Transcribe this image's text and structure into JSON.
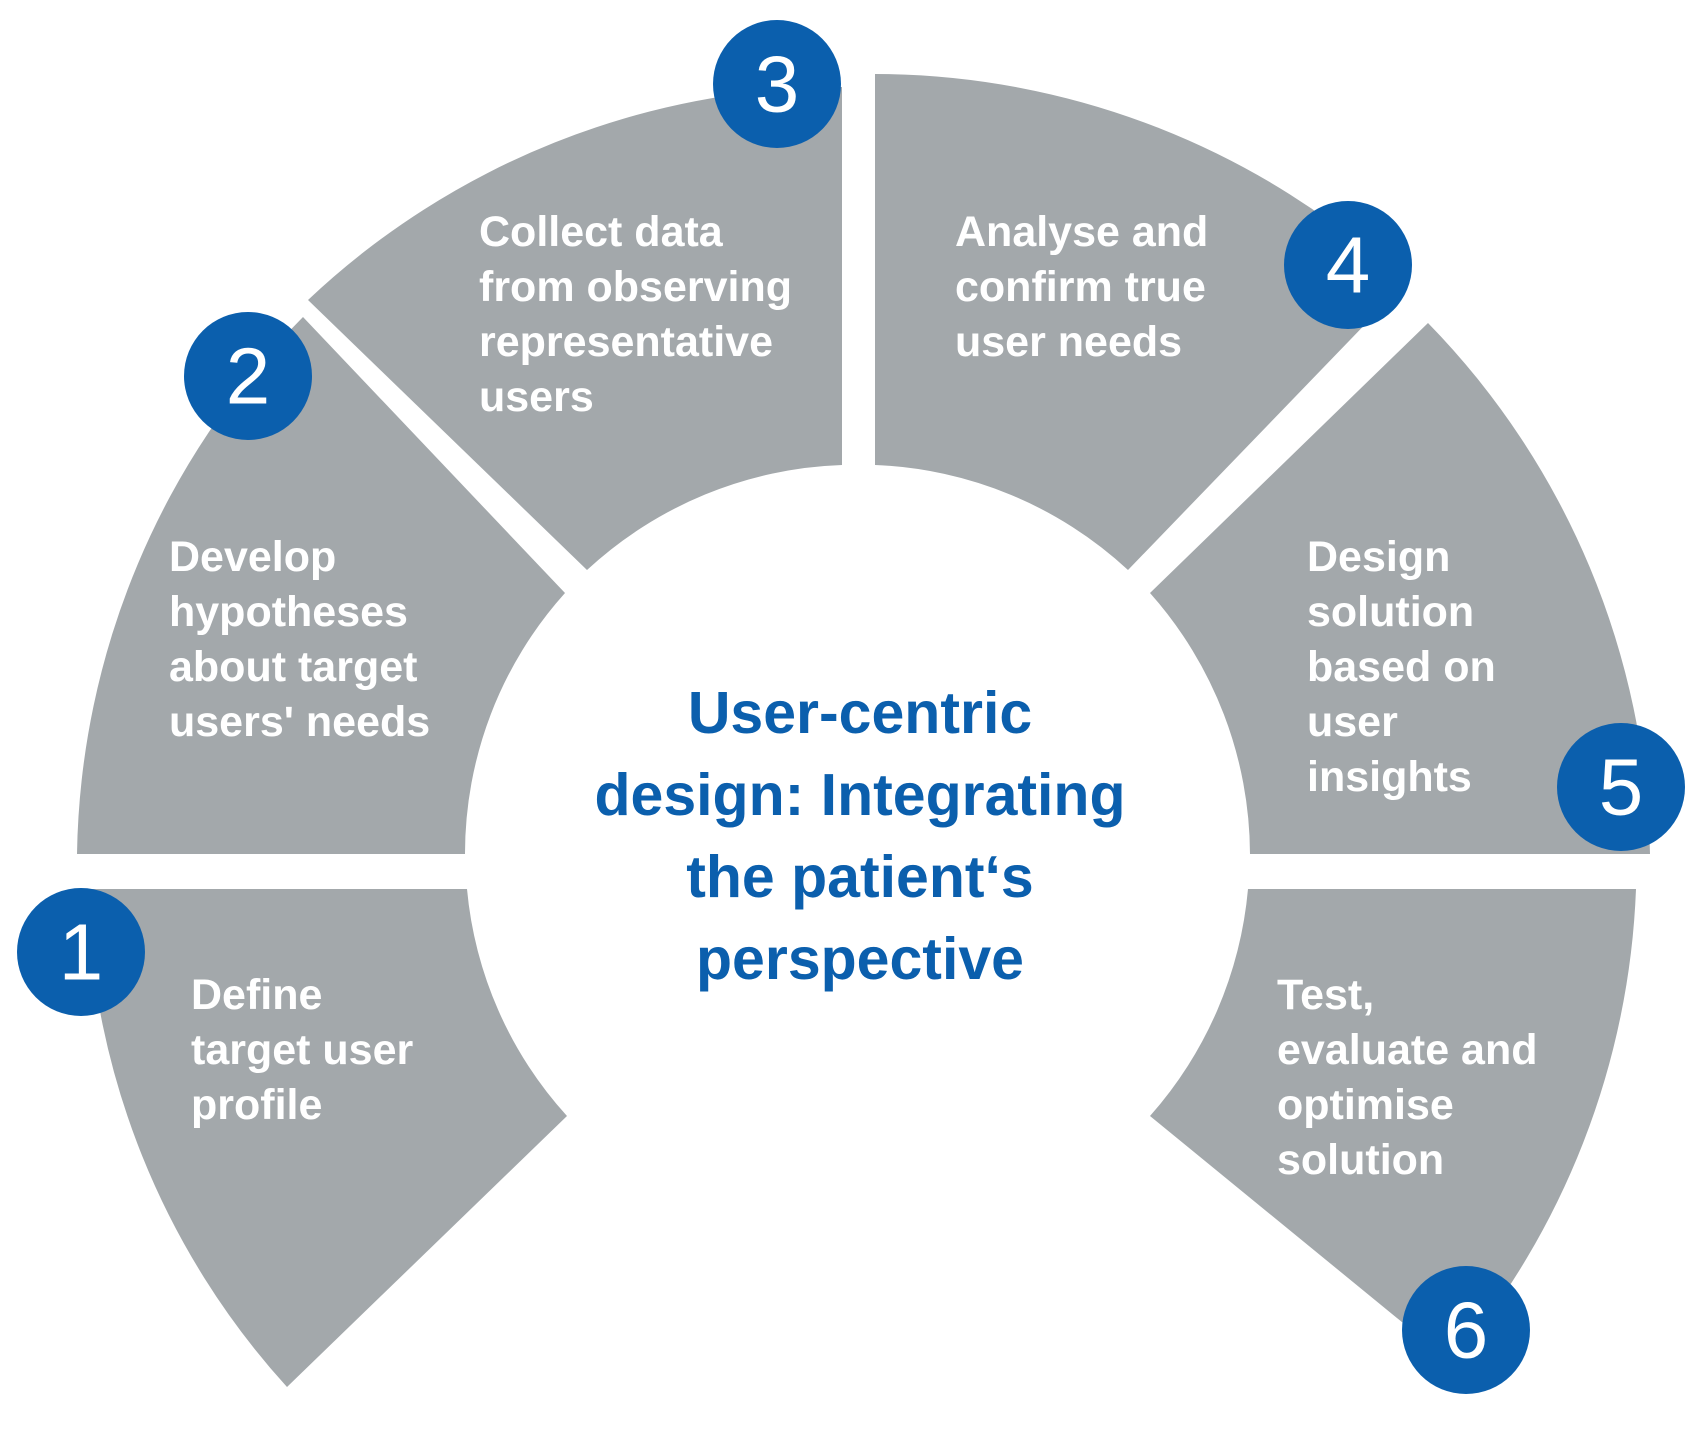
{
  "title": "User-centric\ndesign: Integrating\nthe patient‘s\nperspective",
  "colors": {
    "segment": "#a3a8ab",
    "badge": "#0b5fad",
    "title": "#0b5fad",
    "segment_text": "#ffffff"
  },
  "steps": [
    {
      "number": "1",
      "text": "Define\ntarget user\nprofile"
    },
    {
      "number": "2",
      "text": "Develop\nhypotheses\nabout target\nusers' needs"
    },
    {
      "number": "3",
      "text": "Collect data\nfrom observing\nrepresentative\n users"
    },
    {
      "number": "4",
      "text": "Analyse and\nconfirm true\nuser needs"
    },
    {
      "number": "5",
      "text": "Design\nsolution\nbased on\nuser\ninsights"
    },
    {
      "number": "6",
      "text": "Test,\nevaluate and\noptimise\nsolution"
    }
  ]
}
